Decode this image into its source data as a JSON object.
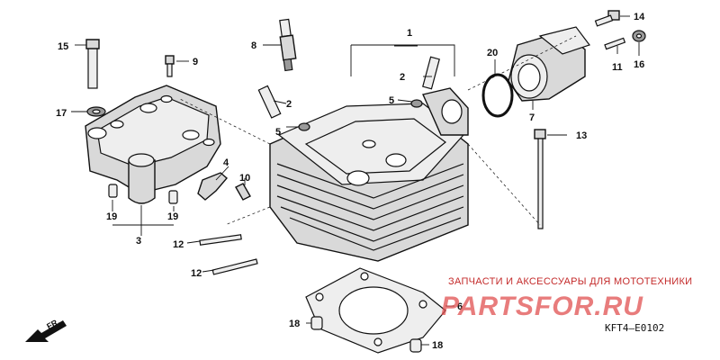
{
  "callouts": {
    "c1": "1",
    "c2a": "2",
    "c2b": "2",
    "c3": "3",
    "c4": "4",
    "c5a": "5",
    "c5b": "5",
    "c6": "6",
    "c7": "7",
    "c8": "8",
    "c9": "9",
    "c10": "10",
    "c11": "11",
    "c12a": "12",
    "c12b": "12",
    "c13": "13",
    "c14": "14",
    "c15": "15",
    "c16": "16",
    "c17": "17",
    "c18a": "18",
    "c18b": "18",
    "c19a": "19",
    "c19b": "19",
    "c20": "20"
  },
  "watermark": {
    "line1": "ЗАПЧАСТИ И АКСЕССУАРЫ ДЛЯ МОТОТЕХНИКИ",
    "line2": "PARTSFOR.RU"
  },
  "diagram_code": "KFT4–E0102",
  "direction_label": "FR."
}
